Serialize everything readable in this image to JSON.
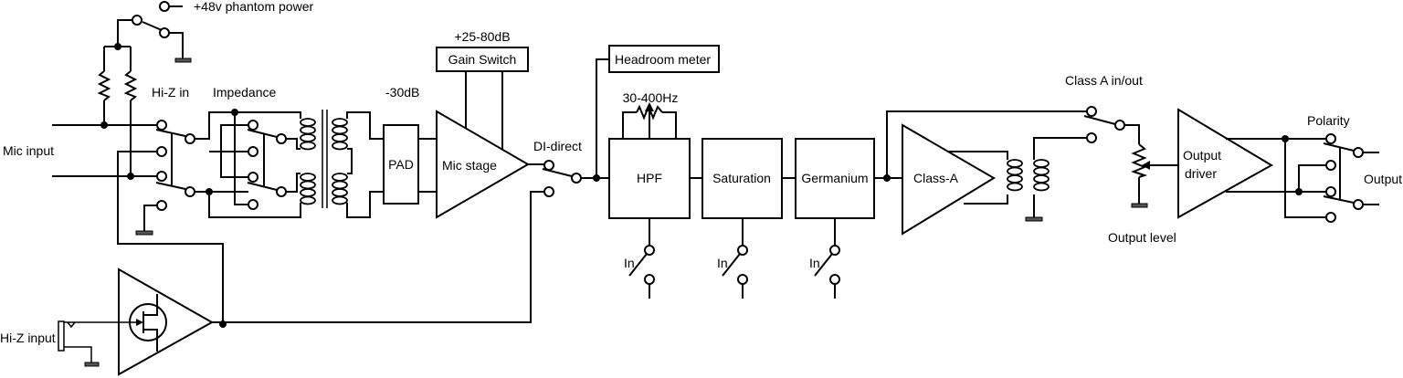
{
  "labels": {
    "phantom": "+48v phantom power",
    "gain_range": "+25-80dB",
    "gain_switch": "Gain Switch",
    "hiz_in": "Hi-Z in",
    "impedance": "Impedance",
    "pad_db": "-30dB",
    "pad": "PAD",
    "mic_stage": "Mic stage",
    "mic_input": "Mic input",
    "hiz_input": "Hi-Z input",
    "di_direct": "DI-direct",
    "headroom": "Headroom meter",
    "hpf_range": "30-400Hz",
    "hpf": "HPF",
    "saturation": "Saturation",
    "germanium": "Germanium",
    "class_a": "Class-A",
    "class_a_inout": "Class A in/out",
    "output_driver_line1": "Output",
    "output_driver_line2": "driver",
    "output_level": "Output level",
    "polarity": "Polarity",
    "output": "Output"
  },
  "in_switches": [
    "In",
    "In",
    "In"
  ]
}
